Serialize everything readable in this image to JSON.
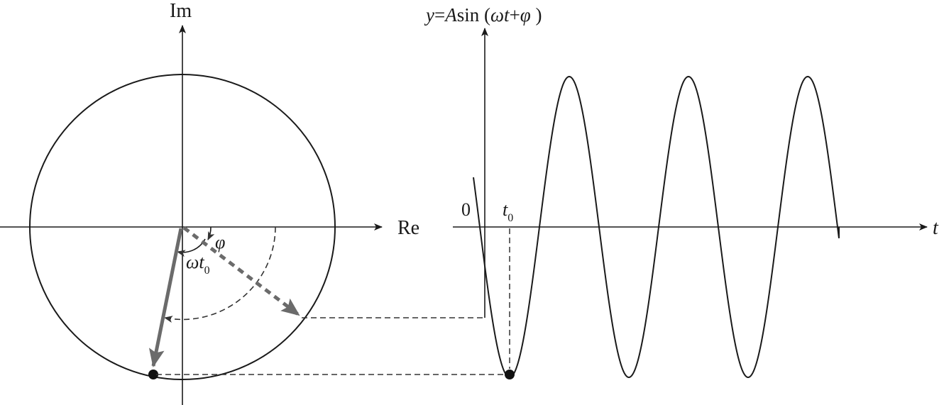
{
  "left": {
    "axis_imag_label": "Im",
    "axis_real_label": "Re",
    "angle_phi_label": "φ",
    "angle_wt0_omega": "ω",
    "angle_wt0_t": "t",
    "angle_wt0_sub": "0"
  },
  "right": {
    "title_y": "y",
    "title_eq": "=",
    "title_A": "A",
    "title_sin": "sin (",
    "title_omega": "ω",
    "title_t": "t",
    "title_plus": "+",
    "title_phi": "φ",
    "title_close": " )",
    "origin_label": "0",
    "t0_t": "t",
    "t0_sub": "0",
    "time_axis_label": "t"
  },
  "colors": {
    "line": "#1a1a1a",
    "phasor": "#6b6b6b",
    "dashed": "#333333"
  }
}
